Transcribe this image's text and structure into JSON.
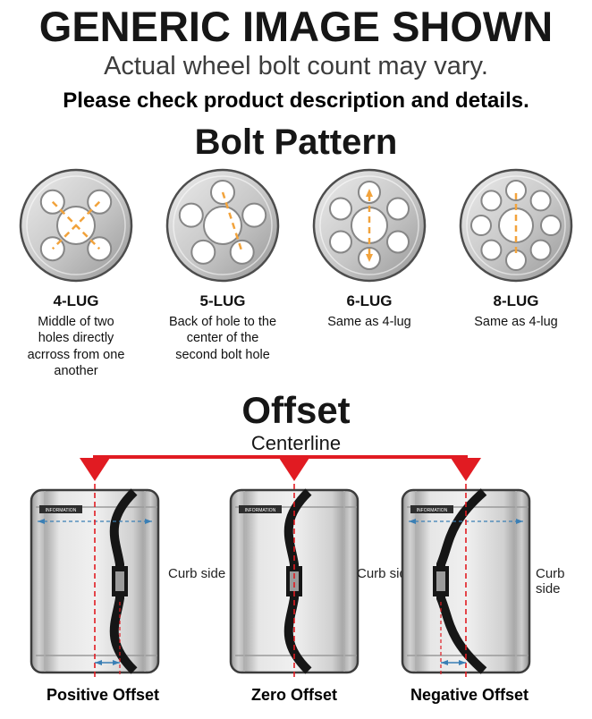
{
  "header": {
    "title": "GENERIC IMAGE SHOWN",
    "subtitle": "Actual wheel bolt count may vary.",
    "note": "Please check product description and details."
  },
  "bolt_pattern": {
    "title": "Bolt Pattern",
    "lugs": [
      {
        "label": "4-LUG",
        "description": "Middle of two holes directly acrross from one another"
      },
      {
        "label": "5-LUG",
        "description": "Back of hole to the center of the second bolt hole"
      },
      {
        "label": "6-LUG",
        "description": "Same as 4-lug"
      },
      {
        "label": "8-LUG",
        "description": "Same as 4-lug"
      }
    ]
  },
  "offset": {
    "title": "Offset",
    "centerline_label": "Centerline",
    "curb_side_label": "Curb side",
    "wheel_sticker_text": "INFORMATION",
    "types": [
      {
        "label": "Positive Offset"
      },
      {
        "label": "Zero Offset"
      },
      {
        "label": "Negative Offset"
      }
    ]
  },
  "colors": {
    "accent_red": "#e11b22",
    "measure_orange": "#f2a33c",
    "measure_blue": "#3a7fb5"
  }
}
